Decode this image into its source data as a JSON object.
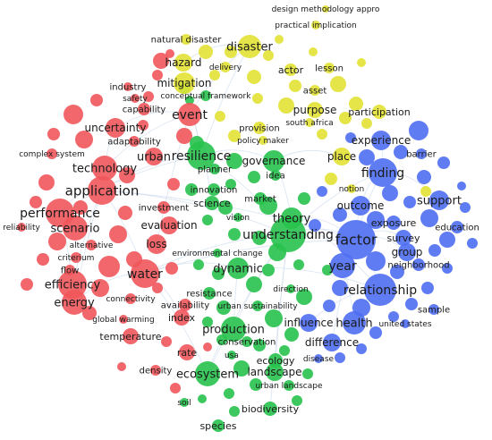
{
  "clusters": [
    {
      "name": "red",
      "color": "#f0565b"
    },
    {
      "name": "green",
      "color": "#27c24c"
    },
    {
      "name": "blue",
      "color": "#4f6ef2"
    },
    {
      "name": "yellow",
      "color": "#e2e236"
    }
  ],
  "link_color": "#c9d9ec",
  "terms": [
    {
      "label": "design methodology appro",
      "cluster": "yellow"
    },
    {
      "label": "practical implication",
      "cluster": "yellow"
    },
    {
      "label": "natural disaster",
      "cluster": "yellow"
    },
    {
      "label": "disaster",
      "cluster": "yellow"
    },
    {
      "label": "hazard",
      "cluster": "yellow"
    },
    {
      "label": "delivery",
      "cluster": "yellow"
    },
    {
      "label": "actor",
      "cluster": "yellow"
    },
    {
      "label": "lesson",
      "cluster": "yellow"
    },
    {
      "label": "industry",
      "cluster": "red"
    },
    {
      "label": "mitigation",
      "cluster": "yellow"
    },
    {
      "label": "safety",
      "cluster": "red"
    },
    {
      "label": "conceptual framework",
      "cluster": "green"
    },
    {
      "label": "asset",
      "cluster": "yellow"
    },
    {
      "label": "capability",
      "cluster": "red"
    },
    {
      "label": "purpose",
      "cluster": "yellow"
    },
    {
      "label": "event",
      "cluster": "red"
    },
    {
      "label": "participation",
      "cluster": "yellow"
    },
    {
      "label": "south africa",
      "cluster": "yellow"
    },
    {
      "label": "uncertainty",
      "cluster": "red"
    },
    {
      "label": "provision",
      "cluster": "yellow"
    },
    {
      "label": "experience",
      "cluster": "blue"
    },
    {
      "label": "adaptability",
      "cluster": "red"
    },
    {
      "label": "policy maker",
      "cluster": "yellow"
    },
    {
      "label": "complex system",
      "cluster": "red"
    },
    {
      "label": "urban",
      "cluster": "red"
    },
    {
      "label": "resilience",
      "cluster": "green"
    },
    {
      "label": "governance",
      "cluster": "green"
    },
    {
      "label": "place",
      "cluster": "yellow"
    },
    {
      "label": "barrier",
      "cluster": "blue"
    },
    {
      "label": "technology",
      "cluster": "red"
    },
    {
      "label": "finding",
      "cluster": "blue"
    },
    {
      "label": "planner",
      "cluster": "green"
    },
    {
      "label": "idea",
      "cluster": "green"
    },
    {
      "label": "application",
      "cluster": "red"
    },
    {
      "label": "innovation",
      "cluster": "green"
    },
    {
      "label": "notion",
      "cluster": "yellow"
    },
    {
      "label": "market",
      "cluster": "green"
    },
    {
      "label": "support",
      "cluster": "blue"
    },
    {
      "label": "science",
      "cluster": "green"
    },
    {
      "label": "outcome",
      "cluster": "blue"
    },
    {
      "label": "performance",
      "cluster": "red"
    },
    {
      "label": "investment",
      "cluster": "red"
    },
    {
      "label": "vision",
      "cluster": "green"
    },
    {
      "label": "theory",
      "cluster": "green"
    },
    {
      "label": "exposure",
      "cluster": "blue"
    },
    {
      "label": "evaluation",
      "cluster": "red"
    },
    {
      "label": "education",
      "cluster": "blue"
    },
    {
      "label": "scenario",
      "cluster": "red"
    },
    {
      "label": "reliability",
      "cluster": "red"
    },
    {
      "label": "understanding",
      "cluster": "green"
    },
    {
      "label": "survey",
      "cluster": "blue"
    },
    {
      "label": "factor",
      "cluster": "blue"
    },
    {
      "label": "alternative",
      "cluster": "red"
    },
    {
      "label": "loss",
      "cluster": "red"
    },
    {
      "label": "group",
      "cluster": "blue"
    },
    {
      "label": "criterium",
      "cluster": "red"
    },
    {
      "label": "environmental change",
      "cluster": "green"
    },
    {
      "label": "year",
      "cluster": "blue"
    },
    {
      "label": "neighborhood",
      "cluster": "blue"
    },
    {
      "label": "flow",
      "cluster": "red"
    },
    {
      "label": "dynamic",
      "cluster": "green"
    },
    {
      "label": "water",
      "cluster": "red"
    },
    {
      "label": "efficiency",
      "cluster": "red"
    },
    {
      "label": "relationship",
      "cluster": "blue"
    },
    {
      "label": "direction",
      "cluster": "green"
    },
    {
      "label": "connectivity",
      "cluster": "red"
    },
    {
      "label": "resistance",
      "cluster": "green"
    },
    {
      "label": "energy",
      "cluster": "red"
    },
    {
      "label": "availability",
      "cluster": "red"
    },
    {
      "label": "urban sustainability",
      "cluster": "green"
    },
    {
      "label": "sample",
      "cluster": "blue"
    },
    {
      "label": "global warming",
      "cluster": "red"
    },
    {
      "label": "index",
      "cluster": "red"
    },
    {
      "label": "influence",
      "cluster": "blue"
    },
    {
      "label": "health",
      "cluster": "blue"
    },
    {
      "label": "united states",
      "cluster": "blue"
    },
    {
      "label": "production",
      "cluster": "green"
    },
    {
      "label": "temperature",
      "cluster": "red"
    },
    {
      "label": "conservation",
      "cluster": "green"
    },
    {
      "label": "difference",
      "cluster": "blue"
    },
    {
      "label": "rate",
      "cluster": "red"
    },
    {
      "label": "usa",
      "cluster": "green"
    },
    {
      "label": "ecology",
      "cluster": "green"
    },
    {
      "label": "disease",
      "cluster": "blue"
    },
    {
      "label": "density",
      "cluster": "red"
    },
    {
      "label": "ecosystem",
      "cluster": "green"
    },
    {
      "label": "landscape",
      "cluster": "green"
    },
    {
      "label": "urban landscape",
      "cluster": "green"
    },
    {
      "label": "soil",
      "cluster": "green"
    },
    {
      "label": "biodiversity",
      "cluster": "green"
    },
    {
      "label": "species",
      "cluster": "green"
    }
  ]
}
